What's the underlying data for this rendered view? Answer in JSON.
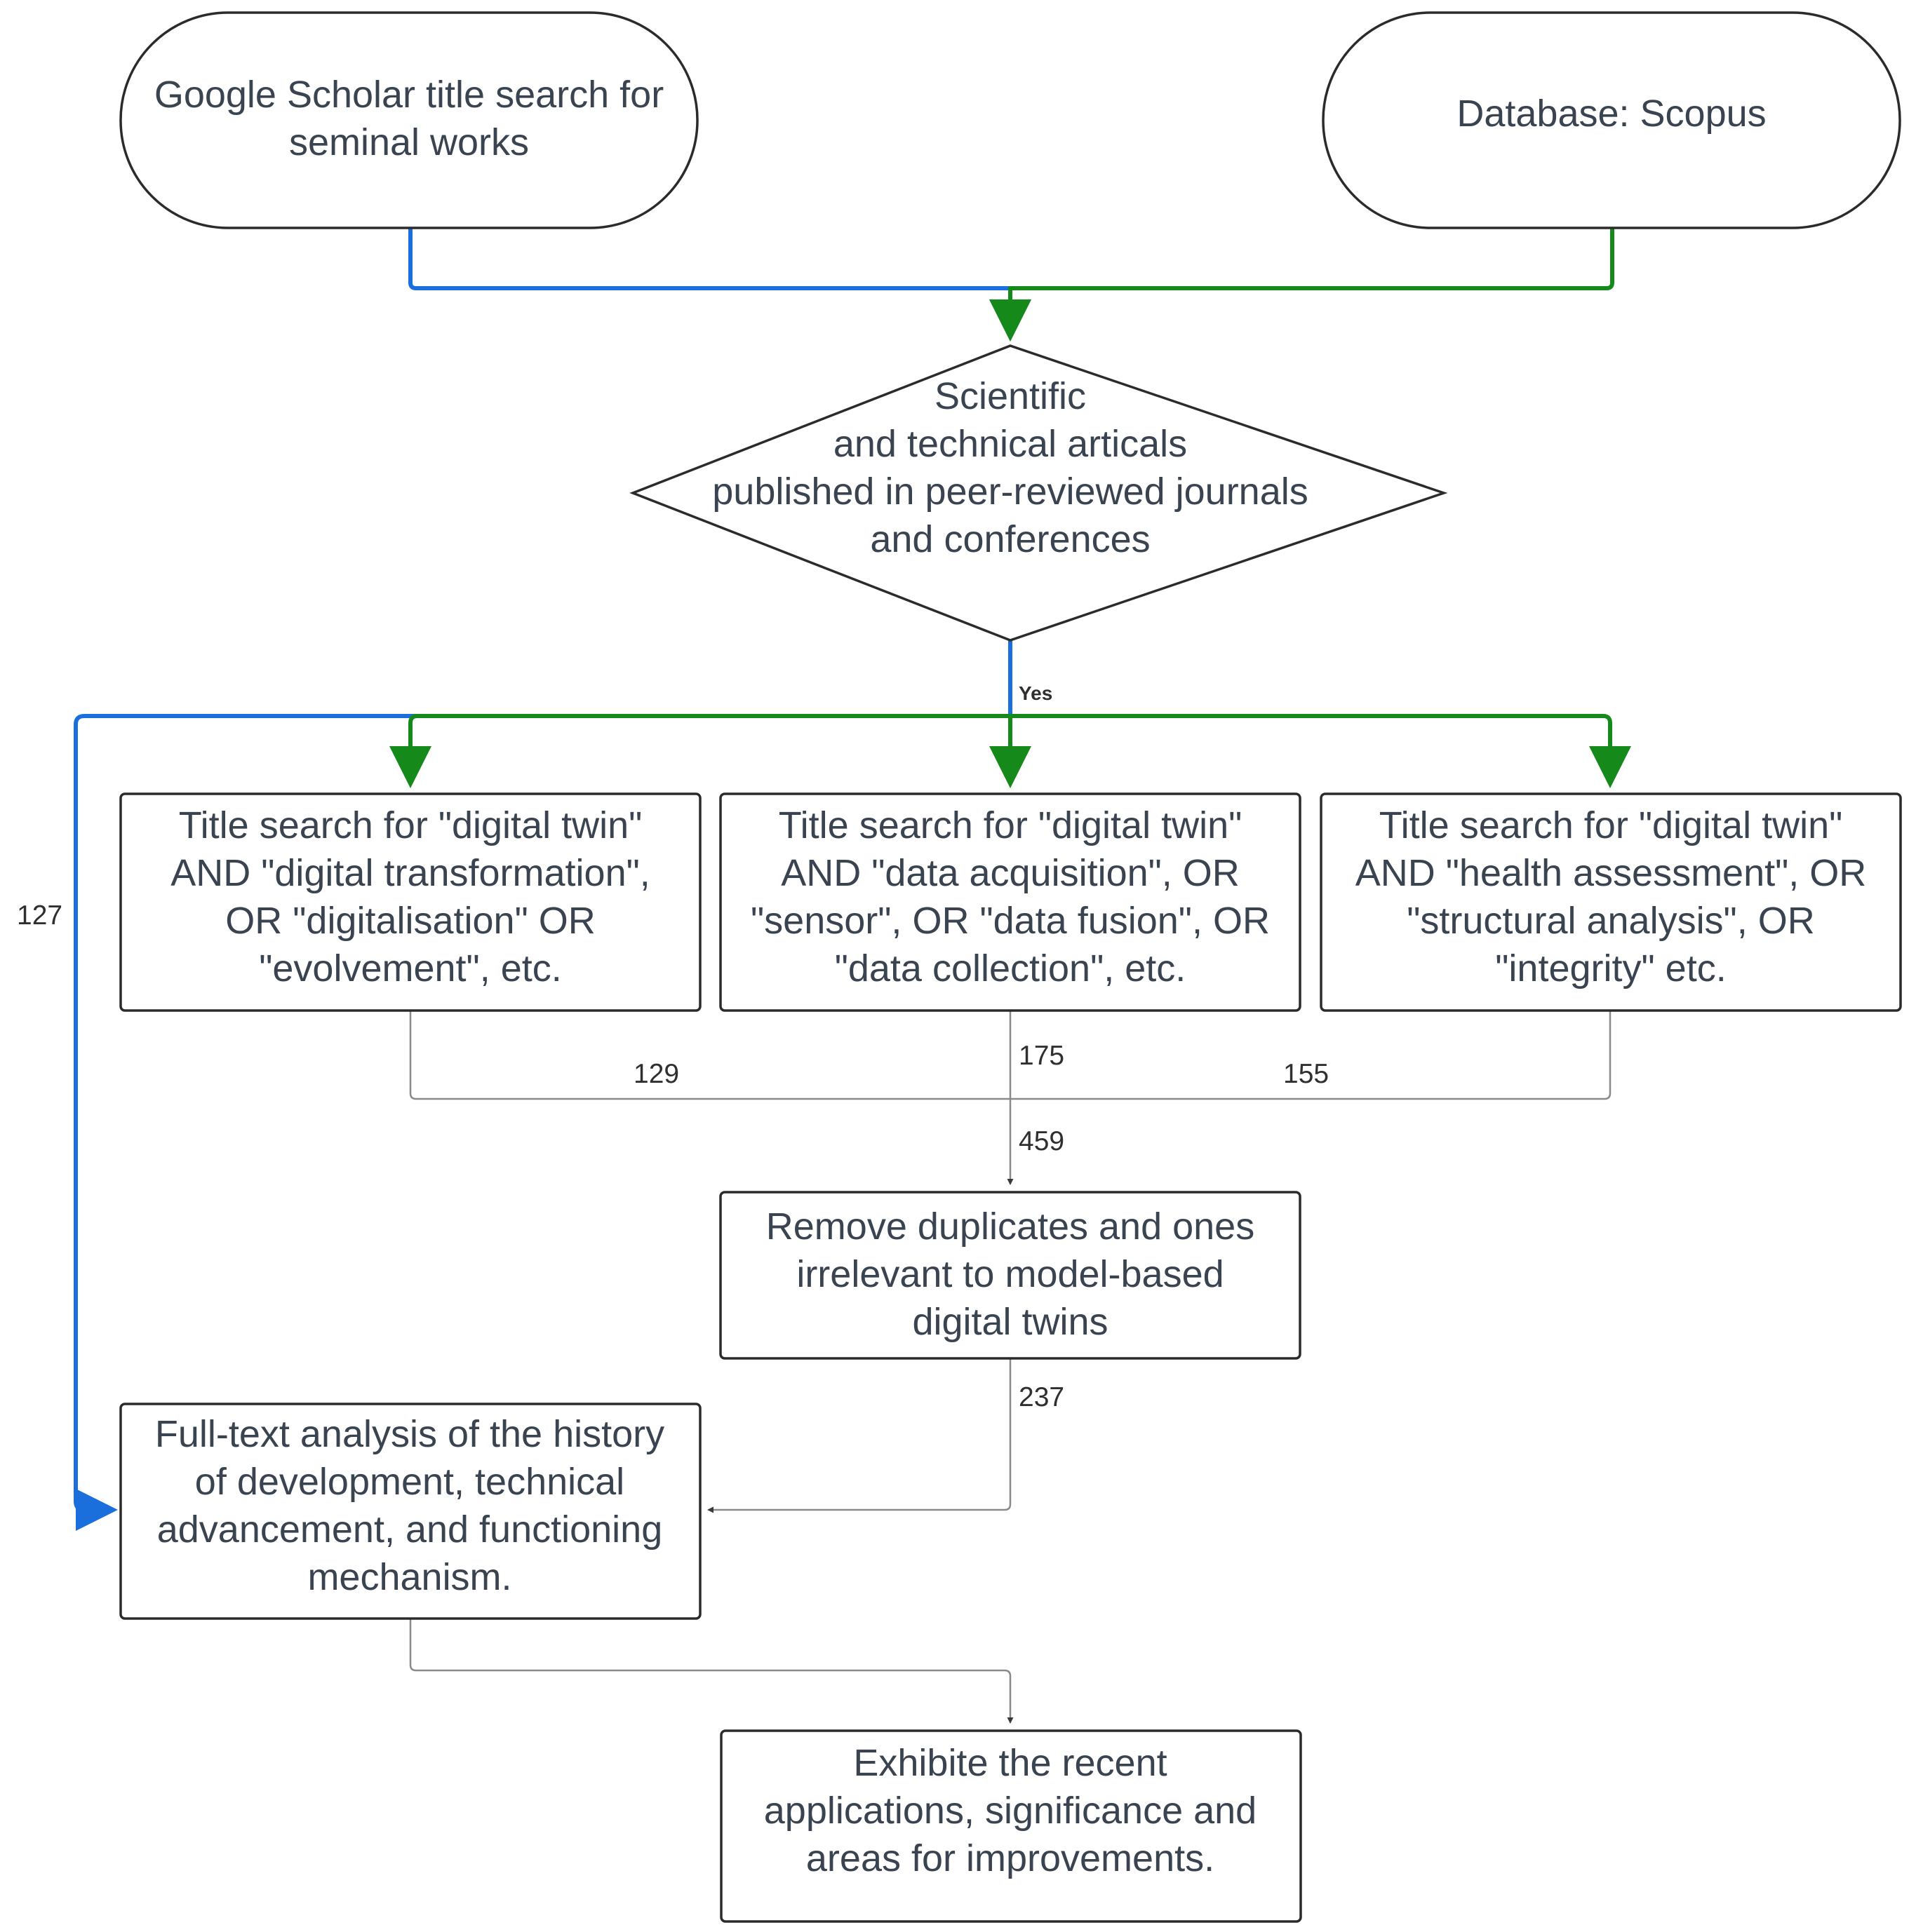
{
  "nodes": {
    "start_scholar": {
      "lines": [
        "Google Scholar title search for",
        "seminal works"
      ]
    },
    "start_scopus": {
      "lines": [
        "Database: Scopus"
      ]
    },
    "decision": {
      "lines": [
        "Scientific",
        "and technical articals",
        "published in peer-reviewed journals",
        "and conferences"
      ]
    },
    "search_transformation": {
      "lines": [
        "Title search for \"digital twin\"",
        "AND \"digital transformation\",",
        "OR \"digitalisation\" OR",
        "\"evolvement\", etc."
      ]
    },
    "search_acquisition": {
      "lines": [
        "Title search for \"digital twin\"",
        "AND \"data acquisition\", OR",
        "\"sensor\", OR \"data fusion\", OR",
        "\"data collection\", etc."
      ]
    },
    "search_health": {
      "lines": [
        "Title search for \"digital twin\"",
        "AND \"health assessment\", OR",
        "\"structural analysis\", OR",
        "\"integrity\" etc."
      ]
    },
    "remove_duplicates": {
      "lines": [
        "Remove duplicates and ones",
        "irrelevant to model-based",
        "digital twins"
      ]
    },
    "full_text": {
      "lines": [
        "Full-text analysis of the history",
        "of development, technical",
        "advancement, and functioning",
        "mechanism."
      ]
    },
    "exhibit": {
      "lines": [
        "Exhibite the recent",
        "applications, significance and",
        "areas for improvements."
      ]
    }
  },
  "edge_labels": {
    "yes": "Yes",
    "scholar_count": "127",
    "transformation_count": "129",
    "acquisition_count": "175",
    "health_count": "155",
    "merged_count": "459",
    "filtered_count": "237"
  },
  "colors": {
    "scholar_path": "#1a6fdc",
    "scopus_path": "#158a1a",
    "neutral_path": "#8a8a8a",
    "text": "#3a4350",
    "border": "#2b2b2b"
  }
}
